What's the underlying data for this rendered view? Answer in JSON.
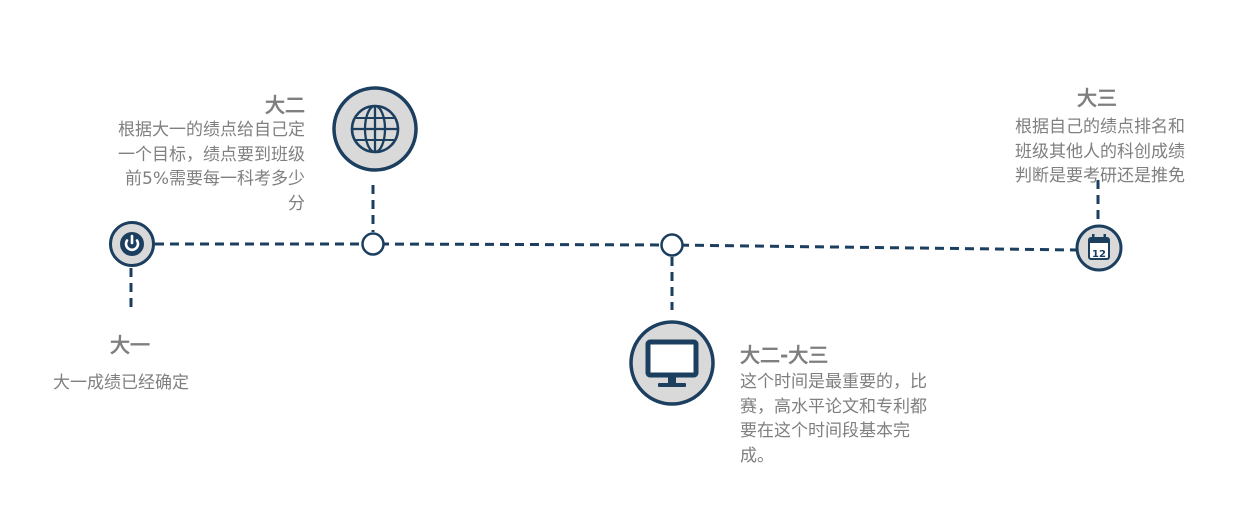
{
  "colors": {
    "line": "#1c3f60",
    "icon_fill": "#d9d9d9",
    "text": "#7f7f7f",
    "background": "#ffffff"
  },
  "milestones": [
    {
      "title": "大一",
      "desc": "大一成绩已经确定",
      "icon": "power-icon"
    },
    {
      "title": "大二",
      "desc": "根据大一的绩点给自己定一个目标，绩点要到班级前5%需要每一科考多少分",
      "icon": "globe-icon"
    },
    {
      "title": "大二-大三",
      "desc": "这个时间是最重要的，比赛，高水平论文和专利都要在这个时间段基本完成。",
      "icon": "monitor-icon"
    },
    {
      "title": "大三",
      "desc": "根据自己的绩点排名和班级其他人的科创成绩判断是要考研还是推免",
      "icon": "calendar-icon"
    }
  ],
  "calendar_day": "12"
}
